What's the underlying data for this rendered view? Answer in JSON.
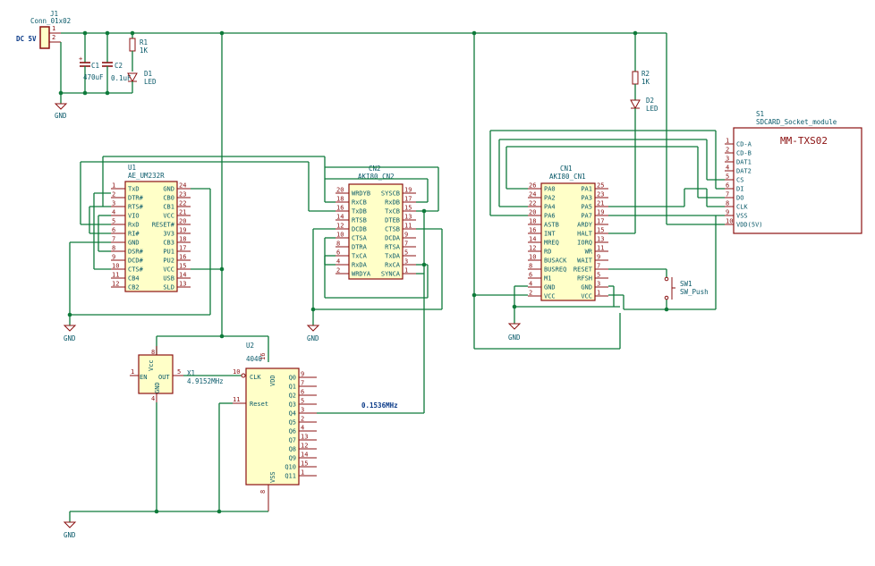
{
  "components": {
    "J1": {
      "ref": "J1",
      "value": "Conn_01x02",
      "net_label": "DC 5V",
      "pins": [
        "1",
        "2"
      ]
    },
    "R1": {
      "ref": "R1",
      "value": "1K"
    },
    "C1": {
      "ref": "C1",
      "value": "470uF"
    },
    "C2": {
      "ref": "C2",
      "value": "0.1uF"
    },
    "D1": {
      "ref": "D1",
      "value": "LED"
    },
    "R2": {
      "ref": "R2",
      "value": "1K"
    },
    "D2": {
      "ref": "D2",
      "value": "LED"
    },
    "SW1": {
      "ref": "SW1",
      "value": "SW_Push"
    },
    "S1": {
      "ref": "S1",
      "value": "SDCARD_Socket_module",
      "title": "MM-TXS02",
      "pins": [
        {
          "num": "1",
          "name": "CD-A"
        },
        {
          "num": "2",
          "name": "CD-B"
        },
        {
          "num": "3",
          "name": "DAT1"
        },
        {
          "num": "4",
          "name": "DAT2"
        },
        {
          "num": "5",
          "name": "CS"
        },
        {
          "num": "6",
          "name": "DI"
        },
        {
          "num": "7",
          "name": "DO"
        },
        {
          "num": "8",
          "name": "CLK"
        },
        {
          "num": "9",
          "name": "VSS"
        },
        {
          "num": "10",
          "name": "VDD(5V)"
        }
      ]
    },
    "U1": {
      "ref": "U1",
      "value": "AE_UM232R",
      "left": [
        {
          "num": "1",
          "name": "TxD"
        },
        {
          "num": "2",
          "name": "DTR#"
        },
        {
          "num": "3",
          "name": "RTS#"
        },
        {
          "num": "4",
          "name": "VIO"
        },
        {
          "num": "5",
          "name": "RxD"
        },
        {
          "num": "6",
          "name": "RI#"
        },
        {
          "num": "7",
          "name": "GND"
        },
        {
          "num": "8",
          "name": "DSR#"
        },
        {
          "num": "9",
          "name": "DCD#"
        },
        {
          "num": "10",
          "name": "CTS#"
        },
        {
          "num": "11",
          "name": "CB4"
        },
        {
          "num": "12",
          "name": "CB2"
        }
      ],
      "right": [
        {
          "num": "24",
          "name": "GND"
        },
        {
          "num": "23",
          "name": "CB0"
        },
        {
          "num": "22",
          "name": "CB1"
        },
        {
          "num": "21",
          "name": "VCC"
        },
        {
          "num": "20",
          "name": "RESET#"
        },
        {
          "num": "19",
          "name": "3V3"
        },
        {
          "num": "18",
          "name": "CB3"
        },
        {
          "num": "17",
          "name": "PU1"
        },
        {
          "num": "16",
          "name": "PU2"
        },
        {
          "num": "15",
          "name": "VCC"
        },
        {
          "num": "14",
          "name": "USB"
        },
        {
          "num": "13",
          "name": "SLD"
        }
      ]
    },
    "CN2": {
      "ref": "CN2",
      "value": "AKI80_CN2",
      "left": [
        {
          "num": "20",
          "name": "WRDYB"
        },
        {
          "num": "18",
          "name": "RxCB"
        },
        {
          "num": "16",
          "name": "TxDB"
        },
        {
          "num": "14",
          "name": "RTSB"
        },
        {
          "num": "12",
          "name": "DCDB"
        },
        {
          "num": "10",
          "name": "CTSA"
        },
        {
          "num": "8",
          "name": "DTRA"
        },
        {
          "num": "6",
          "name": "TxCA"
        },
        {
          "num": "4",
          "name": "RxDA"
        },
        {
          "num": "2",
          "name": "WRDYA"
        }
      ],
      "right": [
        {
          "num": "19",
          "name": "SYSCB"
        },
        {
          "num": "17",
          "name": "RxDB"
        },
        {
          "num": "15",
          "name": "TxCB"
        },
        {
          "num": "13",
          "name": "DTEB"
        },
        {
          "num": "11",
          "name": "CTSB"
        },
        {
          "num": "9",
          "name": "DCDA"
        },
        {
          "num": "7",
          "name": "RTSA"
        },
        {
          "num": "5",
          "name": "TxDA"
        },
        {
          "num": "3",
          "name": "RxCA"
        },
        {
          "num": "1",
          "name": "SYNCA"
        }
      ]
    },
    "CN1": {
      "ref": "CN1",
      "value": "AKI80_CN1",
      "left": [
        {
          "num": "26",
          "name": "PA0"
        },
        {
          "num": "24",
          "name": "PA2"
        },
        {
          "num": "22",
          "name": "PA4"
        },
        {
          "num": "20",
          "name": "PA6"
        },
        {
          "num": "18",
          "name": "ASTB"
        },
        {
          "num": "16",
          "name": "INT"
        },
        {
          "num": "14",
          "name": "MREQ"
        },
        {
          "num": "12",
          "name": "RD"
        },
        {
          "num": "10",
          "name": "BUSACK"
        },
        {
          "num": "8",
          "name": "BUSREQ"
        },
        {
          "num": "6",
          "name": "M1"
        },
        {
          "num": "4",
          "name": "GND"
        },
        {
          "num": "2",
          "name": "VCC"
        }
      ],
      "right": [
        {
          "num": "25",
          "name": "PA1"
        },
        {
          "num": "23",
          "name": "PA3"
        },
        {
          "num": "21",
          "name": "PA5"
        },
        {
          "num": "19",
          "name": "PA7"
        },
        {
          "num": "17",
          "name": "ARDY"
        },
        {
          "num": "15",
          "name": "HALT"
        },
        {
          "num": "13",
          "name": "IORQ"
        },
        {
          "num": "11",
          "name": "WR"
        },
        {
          "num": "9",
          "name": "WAIT"
        },
        {
          "num": "7",
          "name": "RESET"
        },
        {
          "num": "5",
          "name": "RFSH"
        },
        {
          "num": "3",
          "name": "GND"
        },
        {
          "num": "1",
          "name": "VCC"
        }
      ]
    },
    "X1": {
      "ref": "X1",
      "value": "4.9152MHz",
      "en": "EN",
      "out": "OUT",
      "vcc": "Vcc",
      "gnd": "GND",
      "pin_en": "1",
      "pin_out": "5",
      "pin_vcc": "8",
      "pin_gnd": "4"
    },
    "U2": {
      "ref": "U2",
      "value": "4040",
      "clk": "CLK",
      "reset": "Reset",
      "vdd": "VDD",
      "vss": "VSS",
      "pin_clk": "10",
      "pin_reset": "11",
      "pin_vdd": "16",
      "pin_vss": "8",
      "outputs": [
        {
          "num": "9",
          "name": "Q0"
        },
        {
          "num": "7",
          "name": "Q1"
        },
        {
          "num": "6",
          "name": "Q2"
        },
        {
          "num": "5",
          "name": "Q3"
        },
        {
          "num": "3",
          "name": "Q4"
        },
        {
          "num": "2",
          "name": "Q5"
        },
        {
          "num": "4",
          "name": "Q6"
        },
        {
          "num": "13",
          "name": "Q7"
        },
        {
          "num": "12",
          "name": "Q8"
        },
        {
          "num": "14",
          "name": "Q9"
        },
        {
          "num": "15",
          "name": "Q10"
        },
        {
          "num": "1",
          "name": "Q11"
        }
      ]
    }
  },
  "nets": {
    "gnd": "GND",
    "clock_out": "0.1536MHz",
    "plus": "+"
  },
  "colors": {
    "wire": "#0e7a3a",
    "body": "#ffffc8",
    "outline": "#8b1111",
    "label": "#0a5a6a"
  }
}
